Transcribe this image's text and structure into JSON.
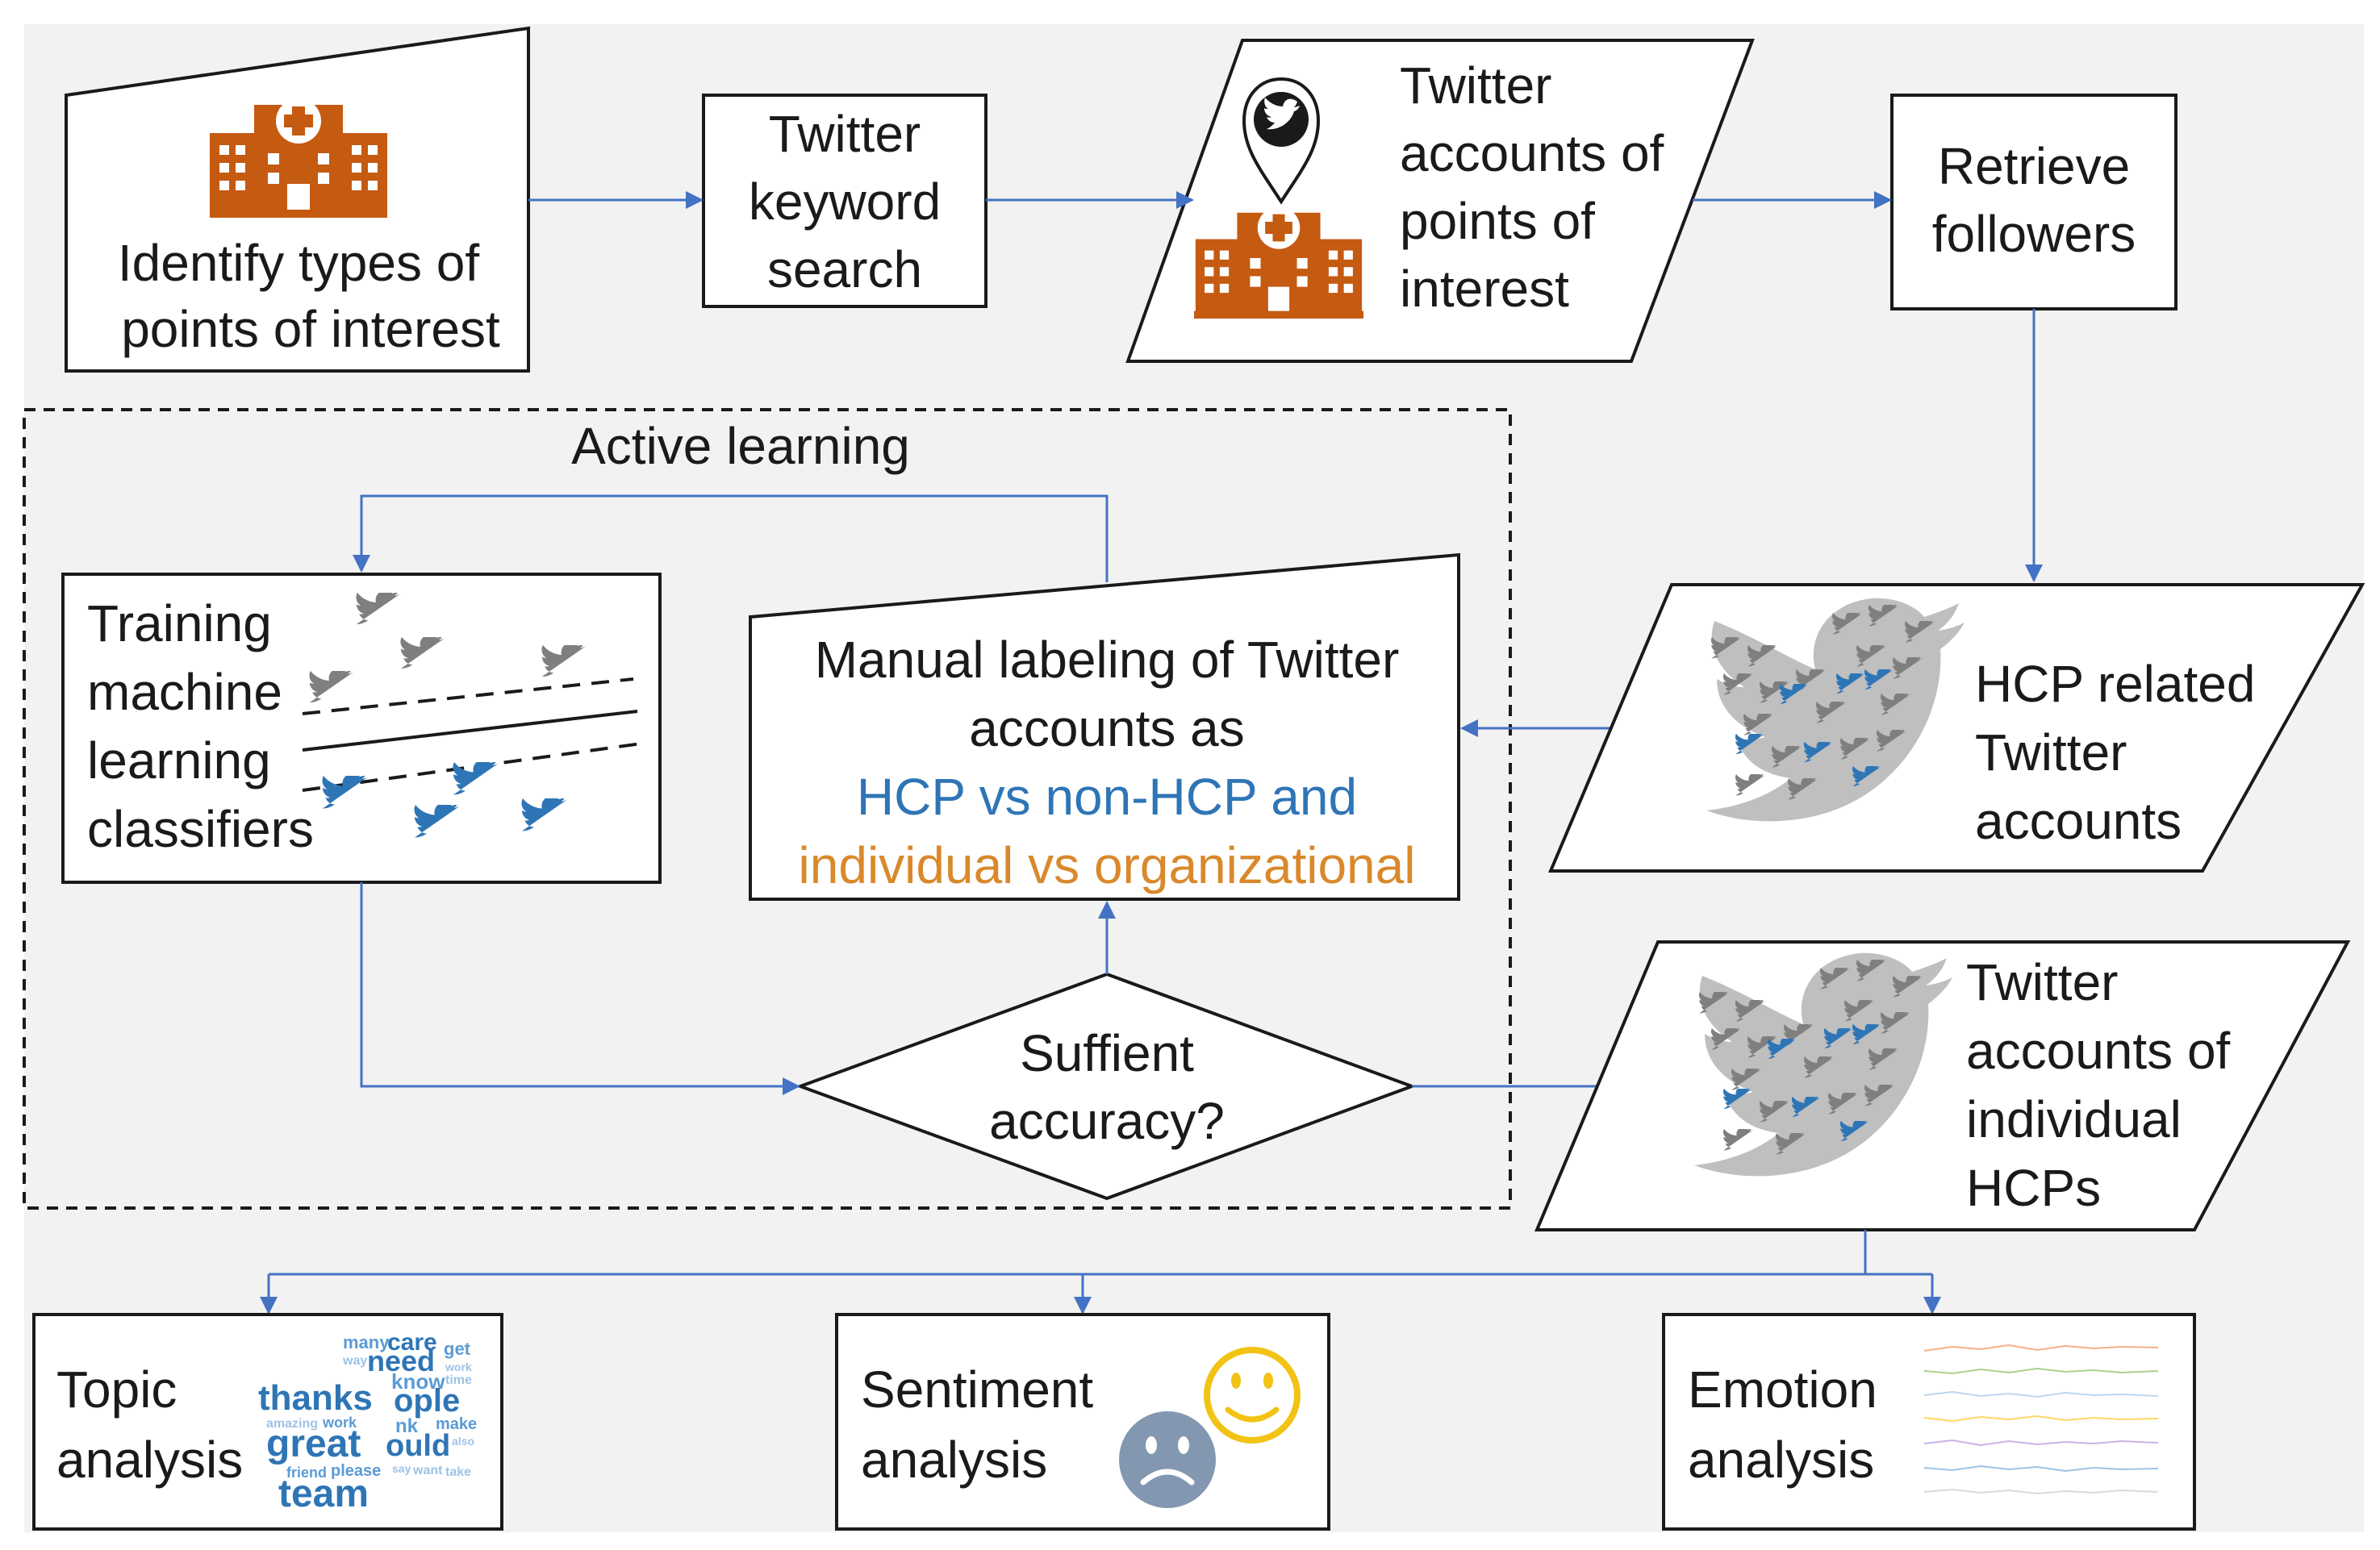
{
  "colors": {
    "background": "#f2f2f2",
    "arrow": "#4472c4",
    "hospital": "#c55a11",
    "twitter_blue": "#2e75b6",
    "twitter_gray": "#7f7f7f",
    "hcp_text": "#2e75b6",
    "org_text": "#d9892b",
    "smiley": "#f2c314",
    "sad": "#8497b0"
  },
  "nodes": {
    "identify": {
      "lines": [
        "Identify types of",
        "points of interest"
      ],
      "icon": "hospital-icon"
    },
    "keyword": {
      "lines": [
        "Twitter",
        "keyword",
        "search"
      ]
    },
    "accounts_poi": {
      "lines": [
        "Twitter",
        "accounts of",
        "points of",
        "interest"
      ],
      "icons": [
        "twitter-pin-icon",
        "hospital-icon"
      ]
    },
    "followers": {
      "lines": [
        "Retrieve",
        "followers"
      ]
    },
    "active": {
      "title": "Active learning"
    },
    "training": {
      "lines": [
        "Training",
        "machine",
        "learning",
        "classifiers"
      ]
    },
    "manual": {
      "lines": [
        "Manual labeling of Twitter",
        "accounts as"
      ],
      "hcp_line": "HCP vs non-HCP and",
      "org_line": "individual vs organizational"
    },
    "decision": {
      "lines": [
        "Suffient",
        "accuracy?"
      ]
    },
    "hcp_related": {
      "lines": [
        "HCP related",
        "Twitter",
        "accounts"
      ],
      "icon": "twitter-bird-cluster-icon"
    },
    "individual": {
      "lines": [
        "Twitter",
        "accounts of",
        "individual",
        "HCPs"
      ],
      "icon": "twitter-bird-cluster-icon"
    },
    "topic": {
      "lines": [
        "Topic",
        "analysis"
      ],
      "wordcloud": [
        "many",
        "care",
        "need",
        "get",
        "way",
        "work",
        "know",
        "time",
        "thanks",
        "ople",
        "amazing",
        "work",
        "nk",
        "make",
        "great",
        "ould",
        "also",
        "friend",
        "please",
        "say",
        "want",
        "take",
        "team"
      ]
    },
    "sentiment": {
      "lines": [
        "Sentiment",
        "analysis"
      ]
    },
    "emotion": {
      "lines": [
        "Emotion",
        "analysis"
      ]
    }
  }
}
